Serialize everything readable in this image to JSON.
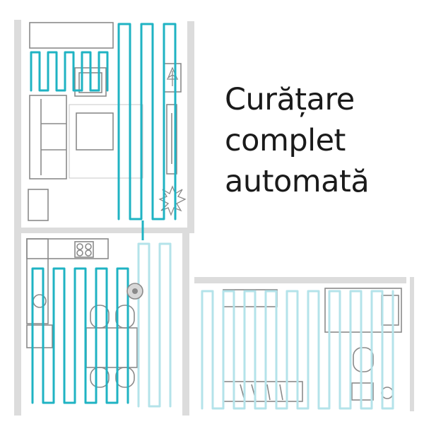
{
  "caption": {
    "line1": "Curățare",
    "line2": "complet",
    "line3": "automată"
  },
  "colors": {
    "path_dark": "#1fb3c3",
    "path_light": "#b4e3ea",
    "wall": "#dcdcdc",
    "furniture": "#8a8a8a",
    "text": "#1a1a1a"
  },
  "icons": {
    "robot": "robot-vacuum-icon",
    "plant": "plant-icon"
  }
}
